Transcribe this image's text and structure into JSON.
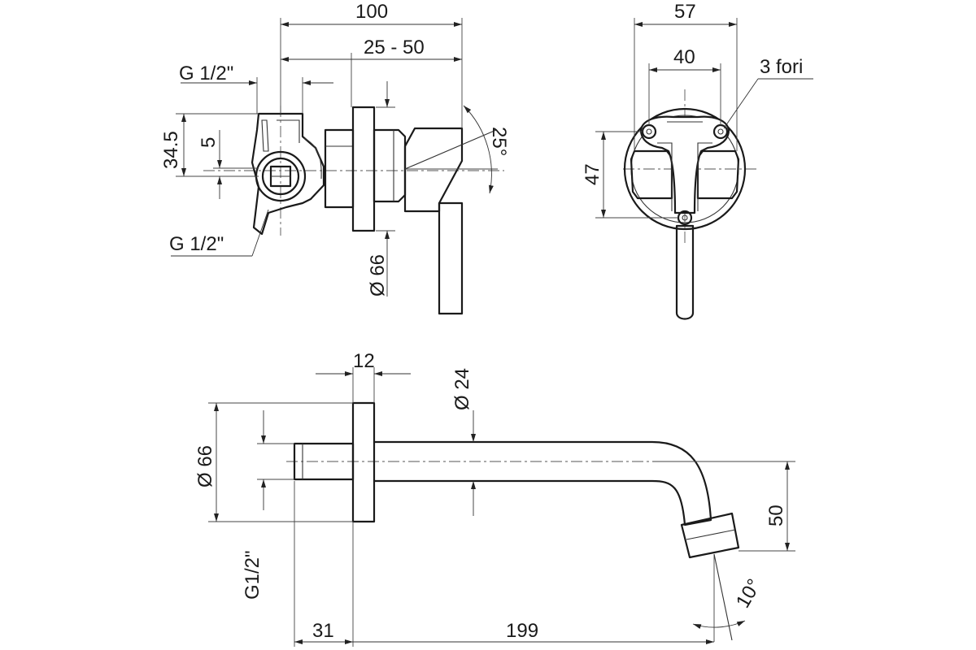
{
  "diagram": {
    "dimensions": {
      "mixer_depth": "100",
      "mixer_adjust_range": "25 - 50",
      "inlet_thread_top": "G 1/2\"",
      "inlet_thread_bottom": "G 1/2\"",
      "body_height": "34.5",
      "offset": "5",
      "rosette_diameter_mixer": "Ø 66",
      "handle_angle": "25°",
      "rosette_width": "57",
      "hole_spacing": "40",
      "holes_label": "3 fori",
      "hole_height": "47",
      "spout_rosette_thickness": "12",
      "spout_pipe_diameter": "Ø 24",
      "spout_rosette_diameter": "Ø 66",
      "spout_thread": "G1/2\"",
      "spout_drop": "50",
      "spout_tip_angle": "10°",
      "spout_connector_length": "31",
      "spout_length": "199"
    }
  }
}
